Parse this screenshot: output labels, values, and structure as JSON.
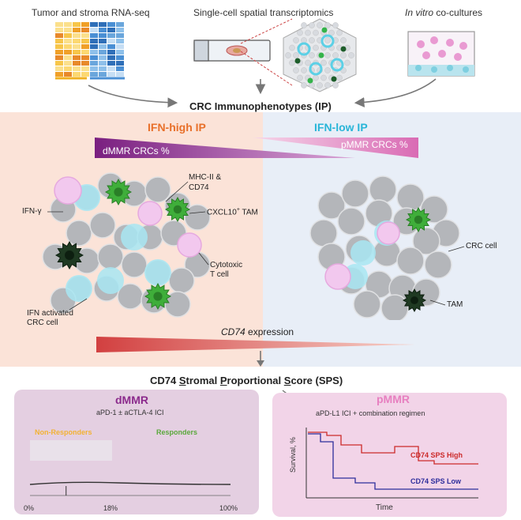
{
  "top": {
    "rnaseq_label": "Tumor and stroma RNA-seq",
    "spatial_label": "Single-cell spatial transcriptomics",
    "invitro_label_italic": "In vitro",
    "invitro_label_rest": " co-cultures"
  },
  "ip_title": "CRC Immunophenotypes (IP)",
  "ifn_high_label": "IFN-high IP",
  "ifn_low_label": "IFN-low IP",
  "dmmr_bar_label": "dMMR CRCs %",
  "pmmr_bar_label": "pMMR CRCs %",
  "left_cluster": {
    "ifn_gamma": "IFN-γ",
    "mhc_line1": "MHC-II &",
    "mhc_line2": "CD74",
    "cxcl10_pre": "CXCL10",
    "cxcl10_sup": "+",
    "cxcl10_post": " TAM",
    "cytotoxic_line1": "Cytotoxic",
    "cytotoxic_line2": "T cell",
    "ifn_act_line1": "IFN activated",
    "ifn_act_line2": "CRC cell"
  },
  "right_cluster": {
    "crc_cell": "CRC cell",
    "tam": "TAM"
  },
  "cd74_italic": "CD74",
  "cd74_rest": " expression",
  "sps": {
    "p1": "CD74 ",
    "u1": "S",
    "p2": "tromal ",
    "u2": "P",
    "p3": "roportional ",
    "u3": "S",
    "p4": "core (SPS)"
  },
  "dmmr_panel": {
    "title": "dMMR",
    "subtitle": "aPD-1 ± aCTLA-4 ICI",
    "non_responders": "Non-Responders",
    "responders": "Responders",
    "tick_0": "0%",
    "tick_18": "18%",
    "tick_100": "100%",
    "threshold_fraction": 0.18
  },
  "pmmr_panel": {
    "title": "pMMR",
    "subtitle": "aPD-L1 ICI + combination regimen",
    "ylabel": "Survival, %",
    "xlabel": "Time",
    "high_label": "CD74 SPS High",
    "low_label": "CD74 SPS Low"
  },
  "colors": {
    "ifn_high": "#e8702a",
    "ifn_low": "#29b5d8",
    "dmmr_purple": "#8b2a8c",
    "pmmr_pink": "#e77fc0",
    "gradient_red": "#d64545",
    "km_high": "#cc2a2a",
    "km_low": "#2d2d9c",
    "non_responders": "#f2b233",
    "responders": "#5aa83c"
  }
}
